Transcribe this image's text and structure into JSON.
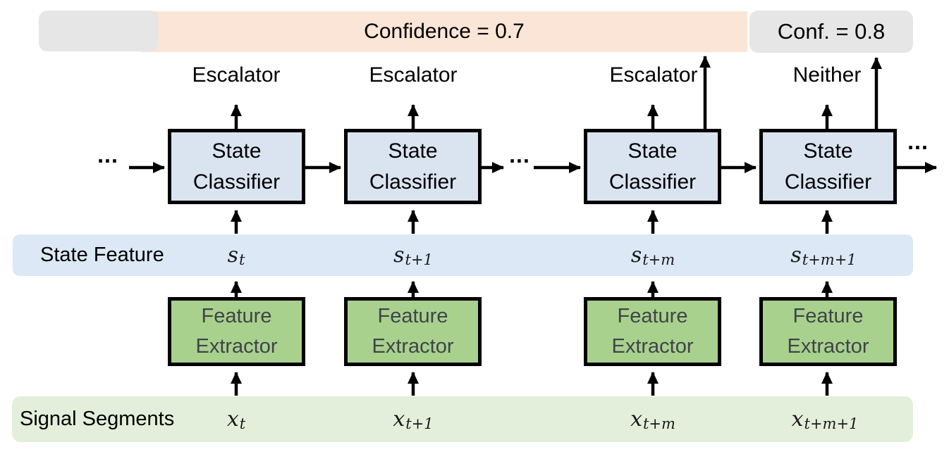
{
  "banners": {
    "confidence_main": "Confidence = 0.7",
    "confidence_right": "Conf. = 0.8"
  },
  "row_labels": {
    "state_feature": "State Feature",
    "signal_segments": "Signal Segments"
  },
  "ellipses": {
    "left": "...",
    "middle": "...",
    "right": "..."
  },
  "columns": [
    {
      "prediction": "Escalator",
      "classifier": {
        "line1": "State",
        "line2": "Classifier"
      },
      "extractor": {
        "line1": "Feature",
        "line2": "Extractor"
      },
      "state_feature": {
        "base": "s",
        "sub": "t"
      },
      "signal_segment": {
        "base": "x",
        "sub": "t"
      }
    },
    {
      "prediction": "Escalator",
      "classifier": {
        "line1": "State",
        "line2": "Classifier"
      },
      "extractor": {
        "line1": "Feature",
        "line2": "Extractor"
      },
      "state_feature": {
        "base": "s",
        "sub": "t+1"
      },
      "signal_segment": {
        "base": "x",
        "sub": "t+1"
      }
    },
    {
      "prediction": "Escalator",
      "classifier": {
        "line1": "State",
        "line2": "Classifier"
      },
      "extractor": {
        "line1": "Feature",
        "line2": "Extractor"
      },
      "state_feature": {
        "base": "s",
        "sub": "t+m"
      },
      "signal_segment": {
        "base": "x",
        "sub": "t+m"
      }
    },
    {
      "prediction": "Neither",
      "classifier": {
        "line1": "State",
        "line2": "Classifier"
      },
      "extractor": {
        "line1": "Feature",
        "line2": "Extractor"
      },
      "state_feature": {
        "base": "s",
        "sub": "t+m+1"
      },
      "signal_segment": {
        "base": "x",
        "sub": "t+m+1"
      }
    }
  ],
  "colors": {
    "confidence_band": "#fbe5d6",
    "gray_badge": "#e7e6e6",
    "classifier_fill": "#dae4f1",
    "extractor_fill": "#a9d18e",
    "state_feature_band": "#dce8f5",
    "signal_segments_band": "#e3efdb",
    "extractor_text": "#3f4448",
    "arrow": "#000000"
  }
}
